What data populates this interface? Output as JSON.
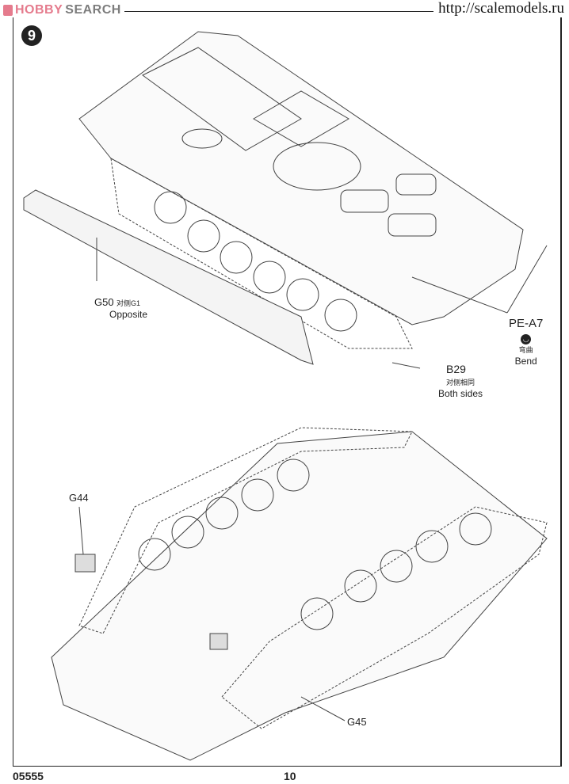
{
  "watermark": {
    "left_brand_a": "HOBBY",
    "left_brand_b": "SEARCH",
    "right_url": "http://scalemodels.ru"
  },
  "step_number": "9",
  "callouts": {
    "g50": {
      "part": "G50",
      "cn": "对侧G1",
      "en": "Opposite"
    },
    "pe_a7": {
      "part": "PE-A7",
      "cn": "弯曲",
      "en": "Bend"
    },
    "b29": {
      "part": "B29",
      "cn": "对侧相同",
      "en": "Both sides"
    },
    "g44": {
      "part": "G44"
    },
    "g45": {
      "part": "G45"
    }
  },
  "footer": {
    "kit_number": "05555",
    "page_number": "10"
  }
}
